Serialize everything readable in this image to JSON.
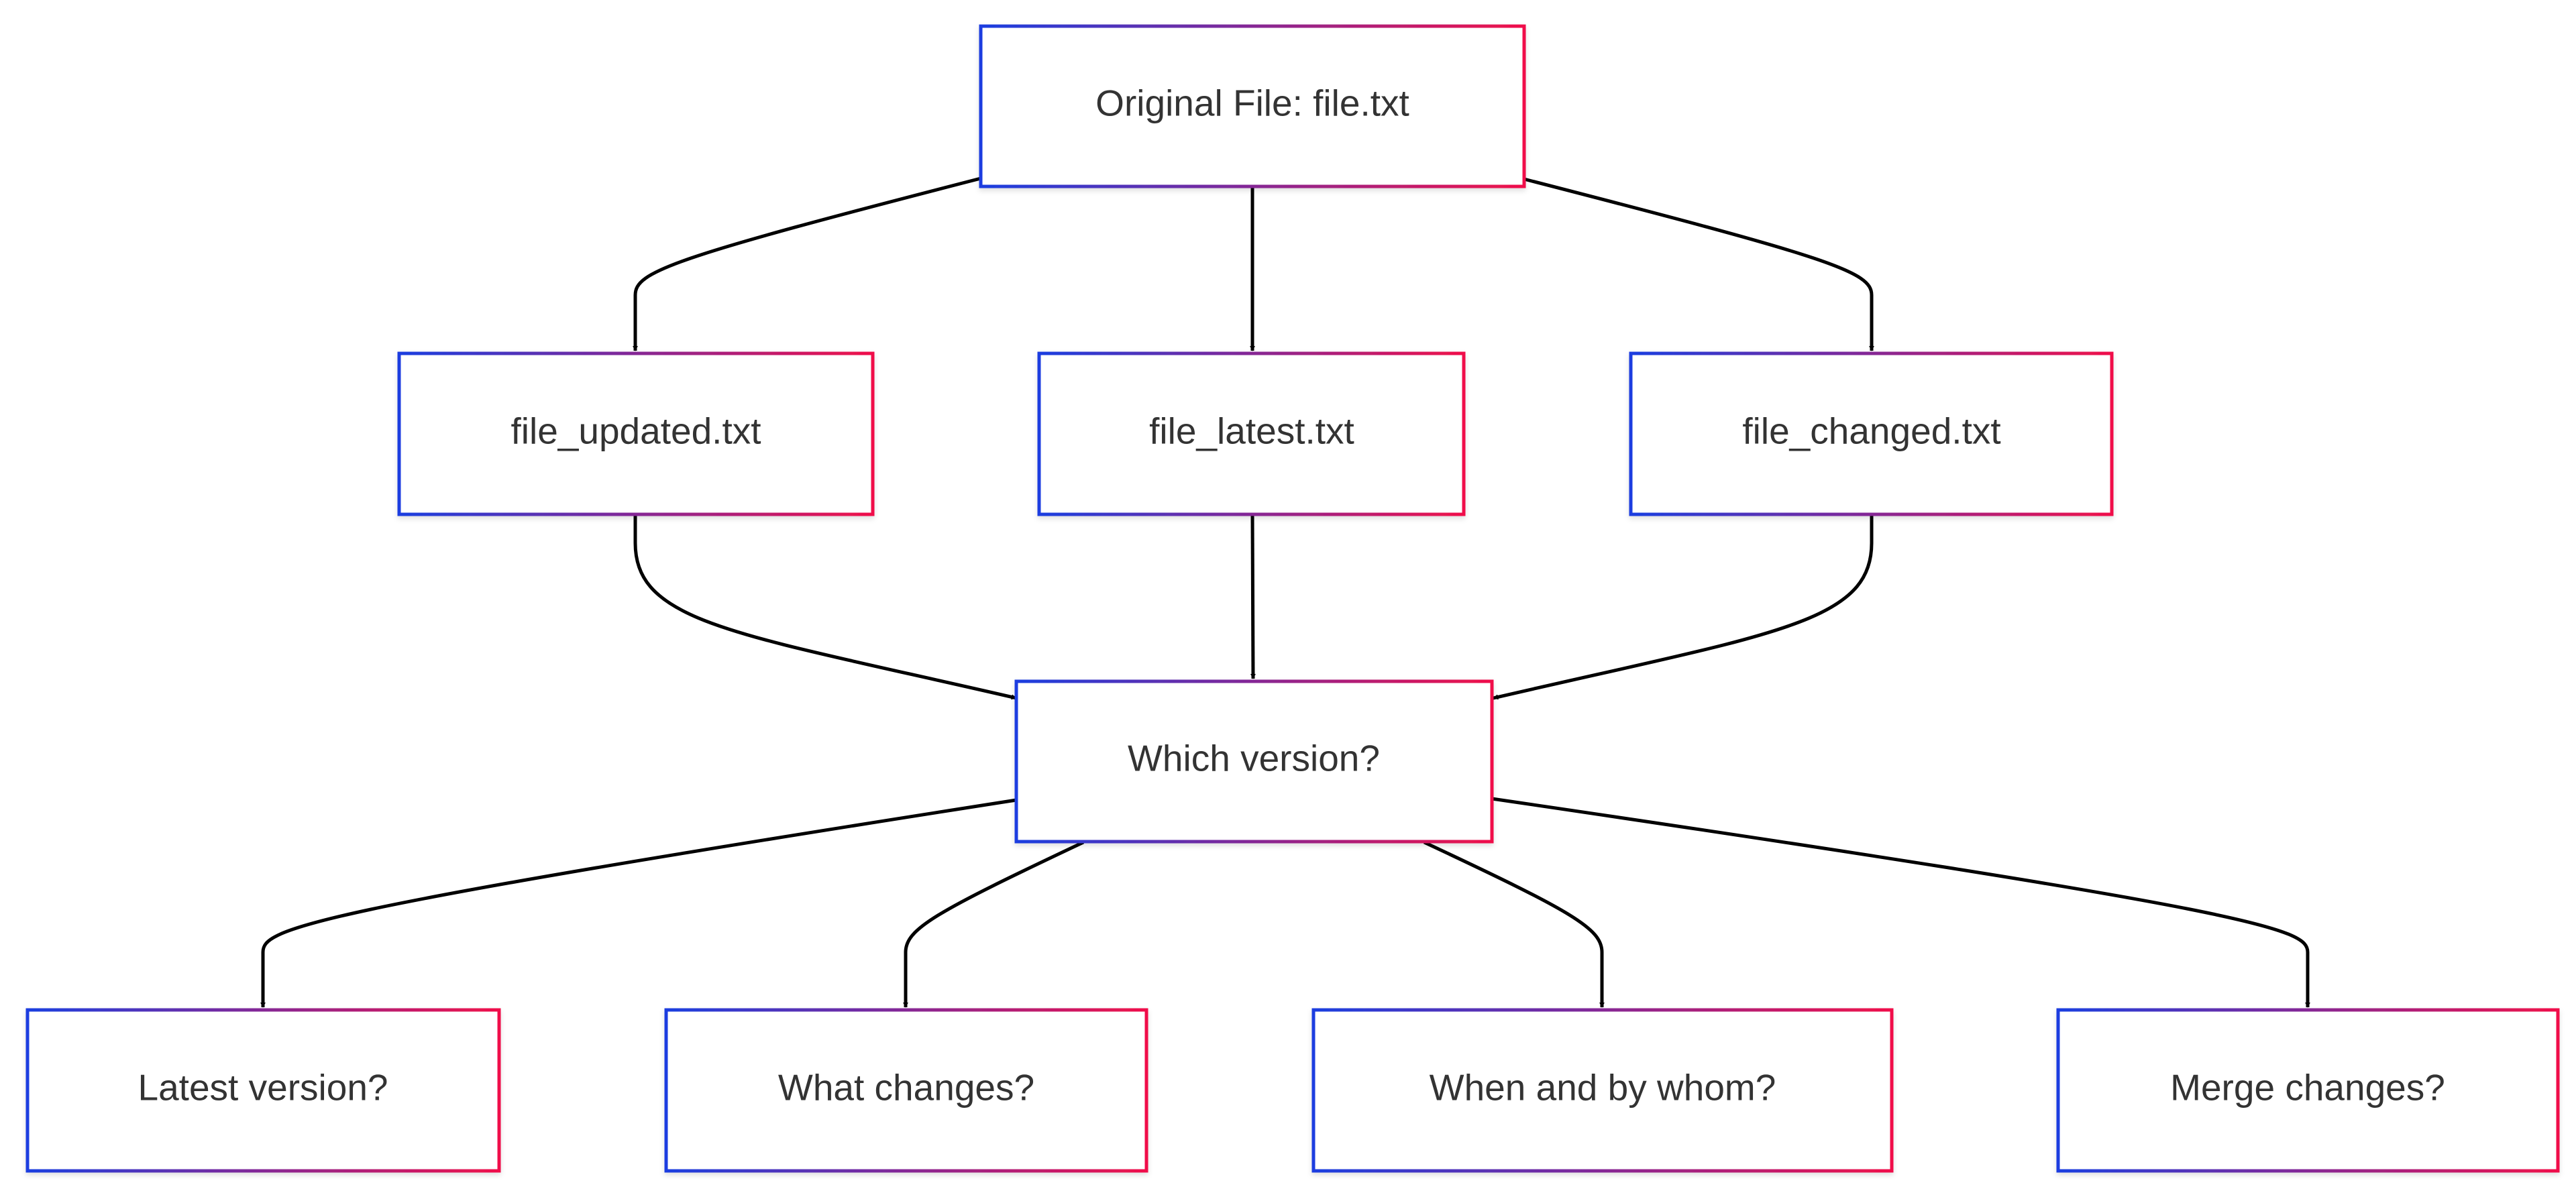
{
  "diagram": {
    "nodes": {
      "root": "Original File: file.txt",
      "updated": "file_updated.txt",
      "latest": "file_latest.txt",
      "changed": "file_changed.txt",
      "which": "Which version?",
      "q_latest": "Latest version?",
      "q_changes": "What changes?",
      "q_when": "When and by whom?",
      "q_merge": "Merge changes?"
    },
    "edges": [
      [
        "root",
        "updated"
      ],
      [
        "root",
        "latest"
      ],
      [
        "root",
        "changed"
      ],
      [
        "updated",
        "which"
      ],
      [
        "latest",
        "which"
      ],
      [
        "changed",
        "which"
      ],
      [
        "which",
        "q_latest"
      ],
      [
        "which",
        "q_changes"
      ],
      [
        "which",
        "q_when"
      ],
      [
        "which",
        "q_merge"
      ]
    ],
    "colors": {
      "border_start": "#1a3ee0",
      "border_end": "#f0104a",
      "edge": "#000000",
      "text": "#333333"
    }
  }
}
